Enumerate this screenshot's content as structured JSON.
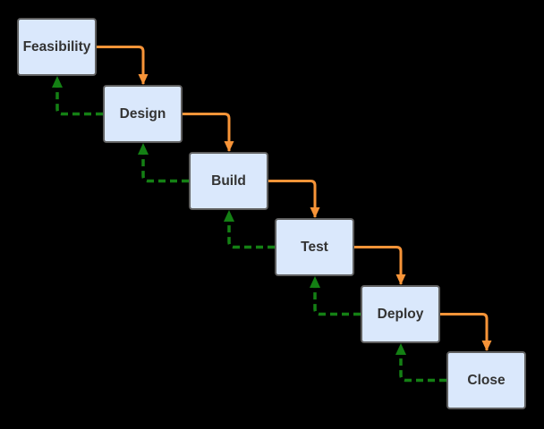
{
  "diagram": {
    "type": "flowchart",
    "pattern": "waterfall-cascade",
    "nodes": [
      {
        "id": "feasibility",
        "label": "Feasibility"
      },
      {
        "id": "design",
        "label": "Design"
      },
      {
        "id": "build",
        "label": "Build"
      },
      {
        "id": "test",
        "label": "Test"
      },
      {
        "id": "deploy",
        "label": "Deploy"
      },
      {
        "id": "close",
        "label": "Close"
      }
    ],
    "edges": {
      "forward": [
        {
          "from": "Feasibility",
          "to": "Design",
          "style": "solid",
          "arrow": "down"
        },
        {
          "from": "Design",
          "to": "Build",
          "style": "solid",
          "arrow": "down"
        },
        {
          "from": "Build",
          "to": "Test",
          "style": "solid",
          "arrow": "down"
        },
        {
          "from": "Test",
          "to": "Deploy",
          "style": "solid",
          "arrow": "down"
        },
        {
          "from": "Deploy",
          "to": "Close",
          "style": "solid",
          "arrow": "down"
        }
      ],
      "backward": [
        {
          "from": "Design",
          "to": "Feasibility",
          "style": "dashed",
          "arrow": "up"
        },
        {
          "from": "Build",
          "to": "Design",
          "style": "dashed",
          "arrow": "up"
        },
        {
          "from": "Test",
          "to": "Build",
          "style": "dashed",
          "arrow": "up"
        },
        {
          "from": "Deploy",
          "to": "Test",
          "style": "dashed",
          "arrow": "up"
        },
        {
          "from": "Close",
          "to": "Deploy",
          "style": "dashed",
          "arrow": "up"
        }
      ]
    },
    "colors": {
      "canvas_bg": "#000000",
      "box_fill": "#dae8fc",
      "box_border": "#5f5f5f",
      "node_text": "#333333",
      "arrow_forward": "#f79438",
      "arrow_backward": "#148014"
    }
  }
}
